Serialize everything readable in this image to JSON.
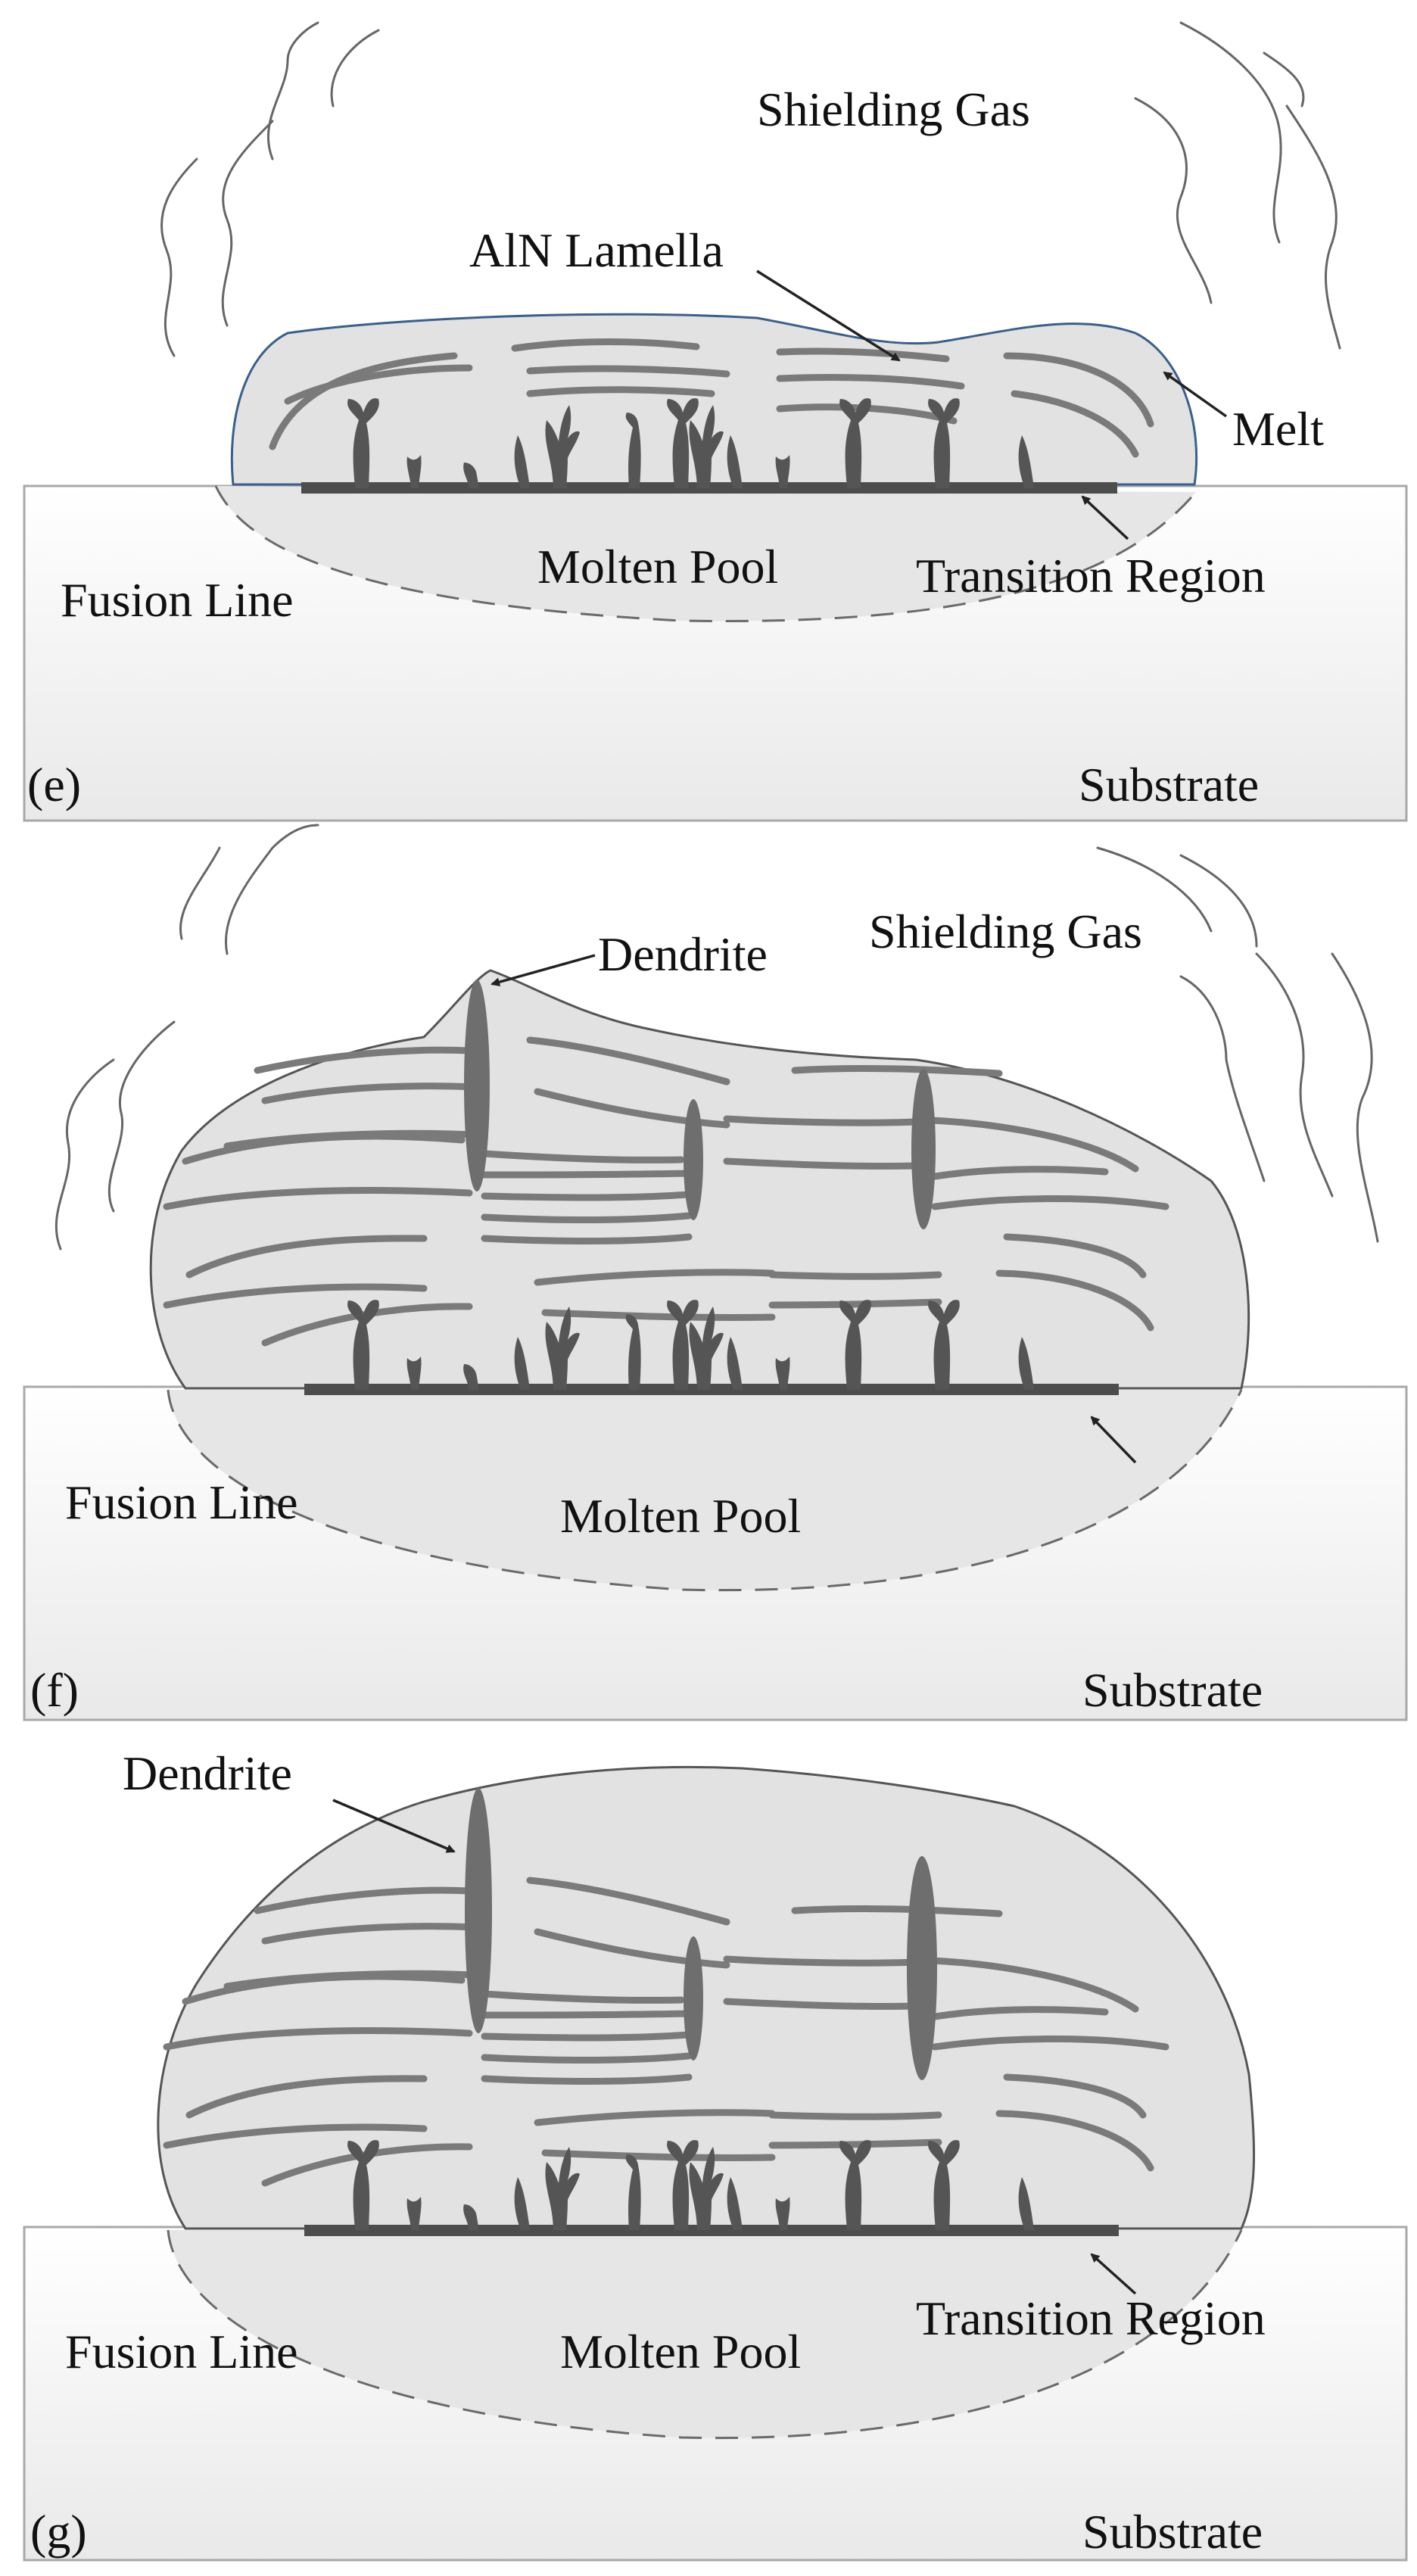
{
  "colors": {
    "substrate_top": "#ffffff",
    "substrate_bottom": "#e9e9e9",
    "melt_fill": "#e2e2e2",
    "lamella": "#7a7a7a",
    "dendrite": "#555555",
    "transition_region": "#4d4d4d",
    "melt_outline_e": "#3b5f8a"
  },
  "panels": [
    {
      "tag": "(e)",
      "labels": {
        "shielding_gas": "Shielding Gas",
        "aln_lamella": "AlN Lamella",
        "melt": "Melt",
        "molten_pool": "Molten Pool",
        "transition_region": "Transition Region",
        "fusion_line": "Fusion Line",
        "substrate": "Substrate"
      }
    },
    {
      "tag": "(f)",
      "labels": {
        "shielding_gas": "Shielding Gas",
        "dendrite": "Dendrite",
        "molten_pool": "Molten Pool",
        "fusion_line": "Fusion Line",
        "substrate": "Substrate"
      }
    },
    {
      "tag": "(g)",
      "labels": {
        "dendrite": "Dendrite",
        "molten_pool": "Molten Pool",
        "transition_region": "Transition Region",
        "fusion_line": "Fusion Line",
        "substrate": "Substrate"
      }
    }
  ]
}
